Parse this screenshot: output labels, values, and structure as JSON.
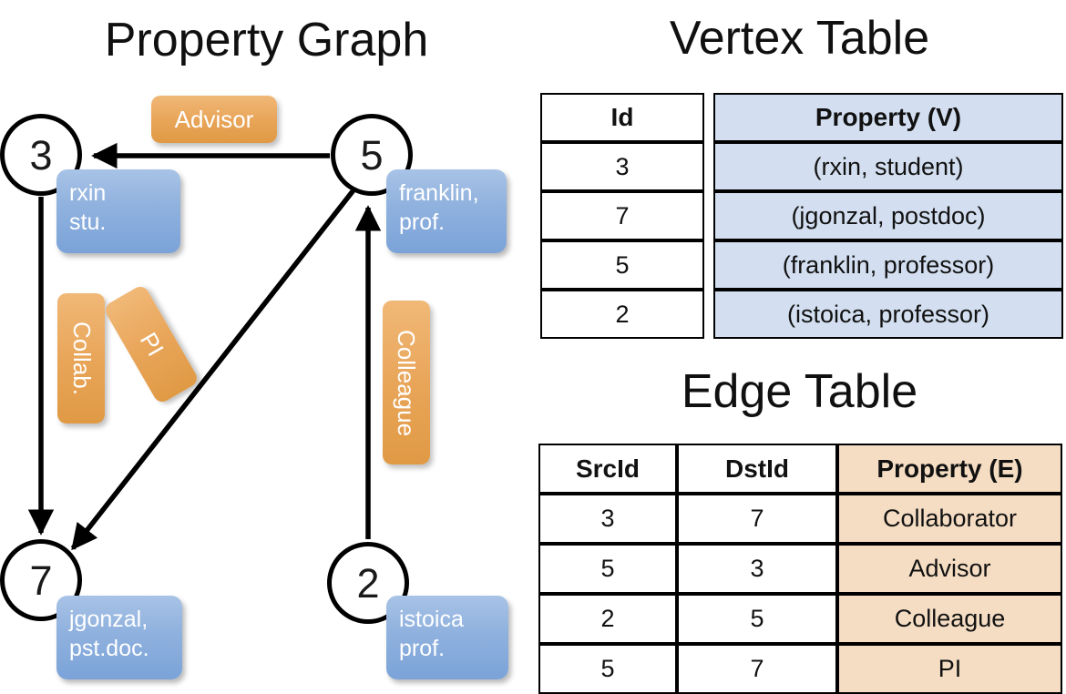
{
  "titles": {
    "property_graph": "Property Graph",
    "vertex_table": "Vertex Table",
    "edge_table": "Edge Table"
  },
  "colors": {
    "vertex_property_fill": "#d3dff0",
    "edge_property_fill": "#f5ddc3",
    "node_box_blue": "#8fb1de",
    "edge_label_orange": "#e8a457",
    "stroke": "#000000"
  },
  "graph": {
    "nodes": [
      {
        "id": "3",
        "property_line1": "rxin",
        "property_line2": "stu."
      },
      {
        "id": "5",
        "property_line1": "franklin,",
        "property_line2": "prof."
      },
      {
        "id": "7",
        "property_line1": "jgonzal,",
        "property_line2": "pst.doc."
      },
      {
        "id": "2",
        "property_line1": "istoica",
        "property_line2": "prof."
      }
    ],
    "edge_labels": [
      {
        "name": "advisor",
        "text": "Advisor",
        "orientation": "horizontal"
      },
      {
        "name": "collab",
        "text": "Collab.",
        "orientation": "vertical"
      },
      {
        "name": "pi",
        "text": "PI",
        "orientation": "vertical-tilted"
      },
      {
        "name": "colleague",
        "text": "Colleague",
        "orientation": "vertical"
      }
    ],
    "edges": [
      {
        "from": "5",
        "to": "3",
        "label": "Advisor"
      },
      {
        "from": "3",
        "to": "7",
        "label": "Collab."
      },
      {
        "from": "5",
        "to": "7",
        "label": "PI"
      },
      {
        "from": "2",
        "to": "5",
        "label": "Colleague"
      }
    ]
  },
  "vertex_table": {
    "headers": [
      "Id",
      "Property (V)"
    ],
    "rows": [
      {
        "id": "3",
        "property": "(rxin, student)"
      },
      {
        "id": "7",
        "property": "(jgonzal, postdoc)"
      },
      {
        "id": "5",
        "property": "(franklin, professor)"
      },
      {
        "id": "2",
        "property": "(istoica, professor)"
      }
    ]
  },
  "edge_table": {
    "headers": [
      "SrcId",
      "DstId",
      "Property (E)"
    ],
    "rows": [
      {
        "src": "3",
        "dst": "7",
        "property": "Collaborator"
      },
      {
        "src": "5",
        "dst": "3",
        "property": "Advisor"
      },
      {
        "src": "2",
        "dst": "5",
        "property": "Colleague"
      },
      {
        "src": "5",
        "dst": "7",
        "property": "PI"
      }
    ]
  }
}
